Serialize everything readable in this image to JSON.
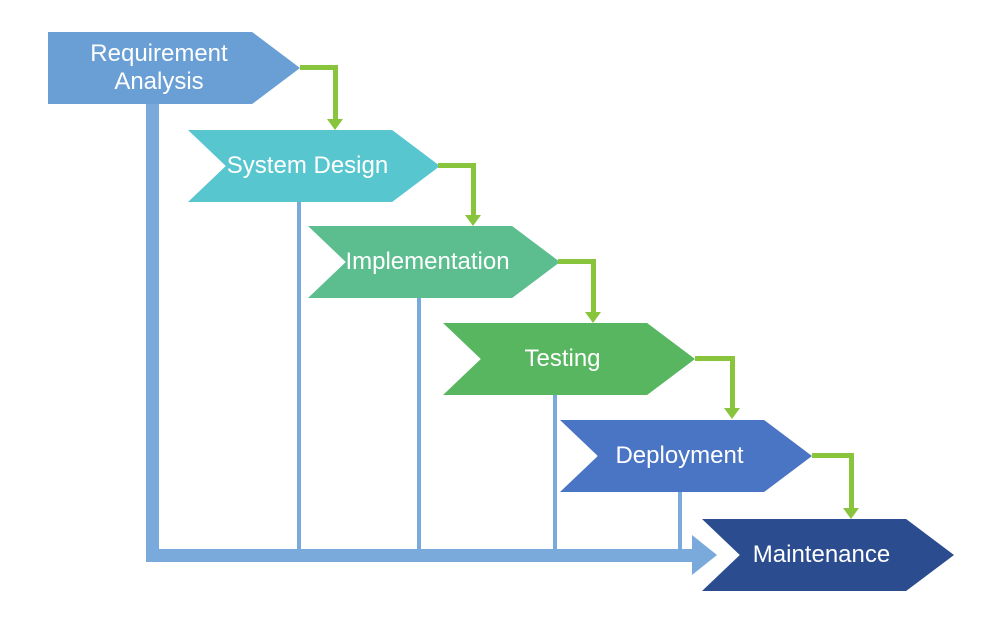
{
  "diagram": {
    "type": "waterfall-model-flowchart",
    "background_color": "#FFFFFF",
    "text_color": "#FFFFFF",
    "flow_connector_color": "#88C43C",
    "feedback_line_color": "#7AA9DC",
    "stages": [
      {
        "label": "Requirement Analysis",
        "color": "#6A9FD6"
      },
      {
        "label": "System Design",
        "color": "#58C6CF"
      },
      {
        "label": "Implementation",
        "color": "#5CBE8F"
      },
      {
        "label": "Testing",
        "color": "#58B660"
      },
      {
        "label": "Deployment",
        "color": "#4A74C4"
      },
      {
        "label": "Maintenance",
        "color": "#2B4D8F"
      }
    ]
  }
}
